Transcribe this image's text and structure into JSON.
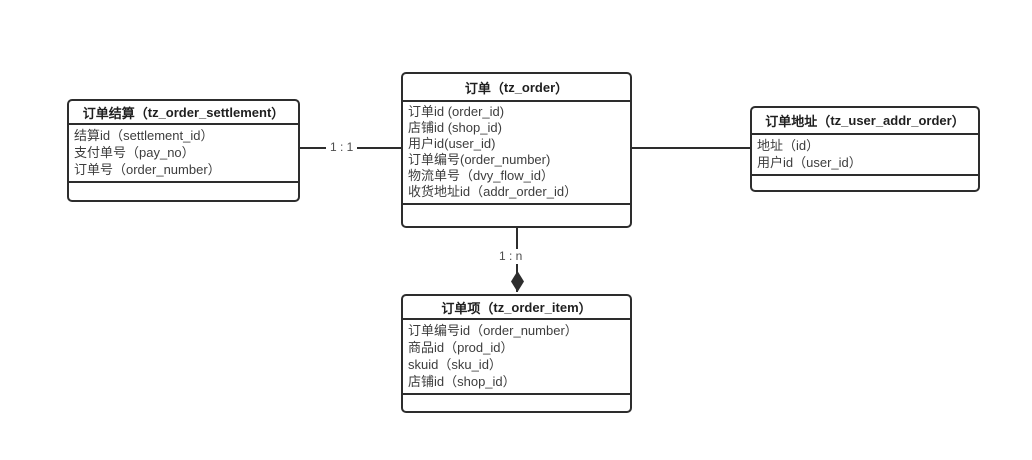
{
  "config": {
    "paren_open": "（",
    "paren_close": "）",
    "border_color": "#2d2d2d",
    "label_color": "#4d4d4d",
    "background": "#ffffff"
  },
  "entities": [
    {
      "name": "订单结算",
      "table": "tz_order_settlement",
      "fields": [
        "结算id（settlement_id）",
        "支付单号（pay_no）",
        "订单号（order_number）"
      ]
    },
    {
      "name": "订单",
      "table": "tz_order",
      "fields": [
        "订单id (order_id)",
        "店铺id (shop_id)",
        "用户id(user_id)",
        "订单编号(order_number)",
        "物流单号（dvy_flow_id）",
        "收货地址id（addr_order_id）"
      ]
    },
    {
      "name": "订单地址",
      "table": "tz_user_addr_order",
      "fields": [
        "地址（id）",
        "用户id（user_id）"
      ]
    },
    {
      "name": "订单项",
      "table": "tz_order_item",
      "fields": [
        "订单编号id（order_number）",
        "商品id（prod_id）",
        "skuid（sku_id）",
        "店铺id（shop_id）"
      ]
    }
  ],
  "connectors": {
    "settlement_order": {
      "label": "1 : 1",
      "type": "line"
    },
    "order_addr": {
      "label": "",
      "type": "line"
    },
    "order_item": {
      "label": "1 : n",
      "type": "line-with-filled-diamond"
    }
  }
}
